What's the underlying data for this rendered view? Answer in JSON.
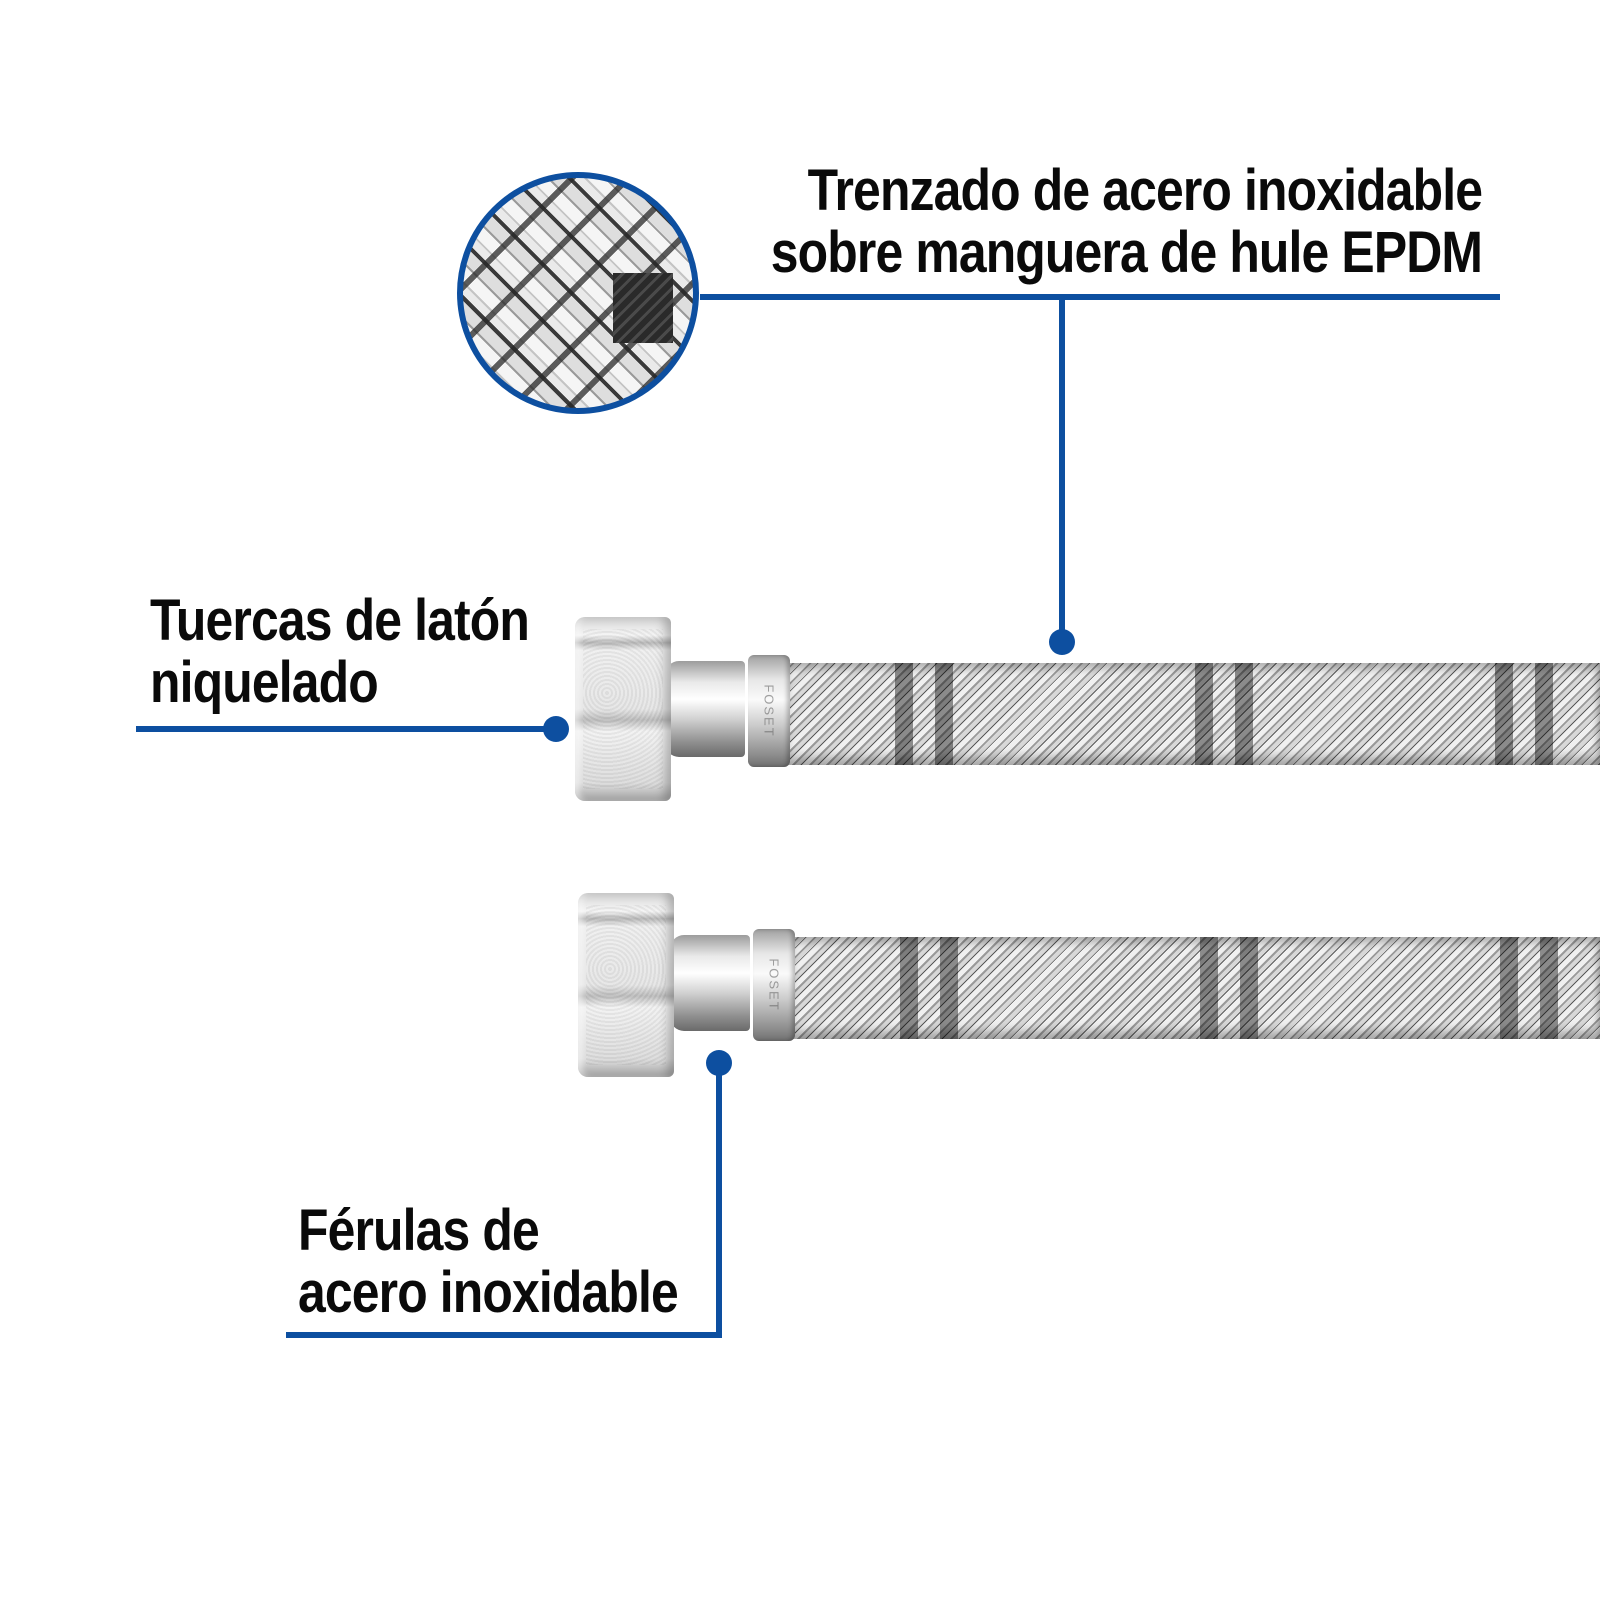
{
  "callouts": {
    "braid": {
      "line1": "Trenzado de acero inoxidable",
      "line2": "sobre manguera de hule EPDM"
    },
    "nuts": {
      "line1": "Tuercas de latón",
      "line2": "niquelado"
    },
    "ferrules": {
      "line1": "Férulas de",
      "line2": "acero inoxidable"
    }
  },
  "product": {
    "ferrule_engraving": "FOSET",
    "hoses": [
      "top-hose",
      "bottom-hose"
    ]
  },
  "colors": {
    "accent": "#0d4fa0",
    "text": "#0a0a0a",
    "background": "#ffffff"
  },
  "icons": {
    "magnifier": "braid-detail-zoom-circle",
    "leader_dot": "callout-dot"
  }
}
